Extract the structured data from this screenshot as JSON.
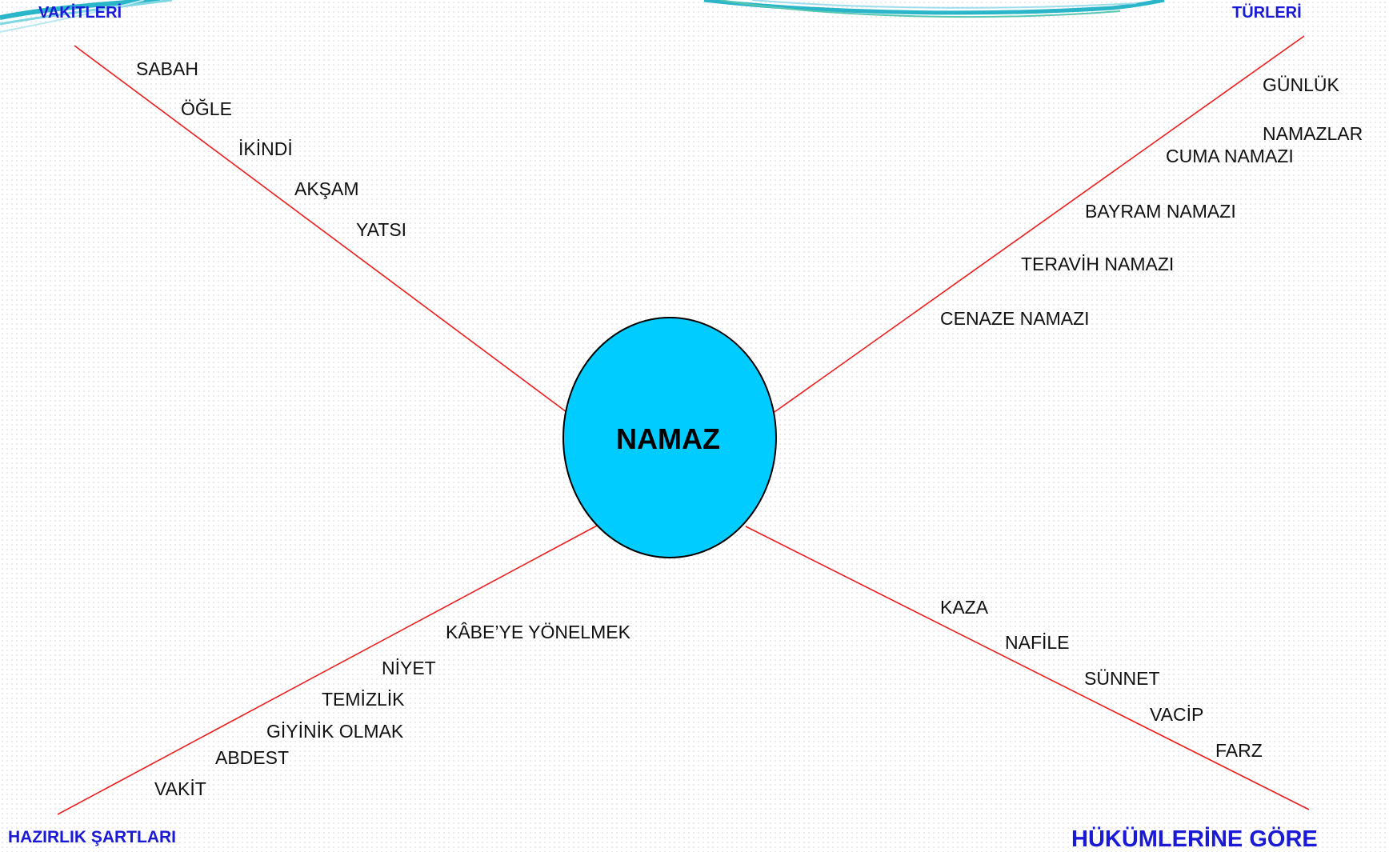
{
  "center": {
    "label": "NAMAZ",
    "fill": "#00ccff"
  },
  "line_color": "#ee1c1c",
  "title_color": "#1a1ad6",
  "branches": {
    "vakitleri": {
      "title": "VAKİTLERİ",
      "items": [
        "SABAH",
        "ÖĞLE",
        "İKİNDİ",
        "AKŞAM",
        "YATSI"
      ]
    },
    "turleri": {
      "title": "TÜRLERİ",
      "items": [
        "GÜNLÜK",
        "NAMAZLAR",
        "CUMA NAMAZI",
        "BAYRAM NAMAZI",
        "TERAVİH NAMAZI",
        "CENAZE NAMAZI"
      ]
    },
    "hazirlik_sartlari": {
      "title": "HAZIRLIK ŞARTLARI",
      "items": [
        "KÂBE’YE YÖNELMEK",
        "NİYET",
        "TEMİZLİK",
        "GİYİNİK OLMAK",
        "ABDEST",
        "VAKİT"
      ]
    },
    "hukumlerine_gore": {
      "title": "HÜKÜMLERİNE GÖRE",
      "items": [
        "KAZA",
        "NAFİLE",
        "SÜNNET",
        "VACİP",
        "FARZ"
      ]
    }
  }
}
